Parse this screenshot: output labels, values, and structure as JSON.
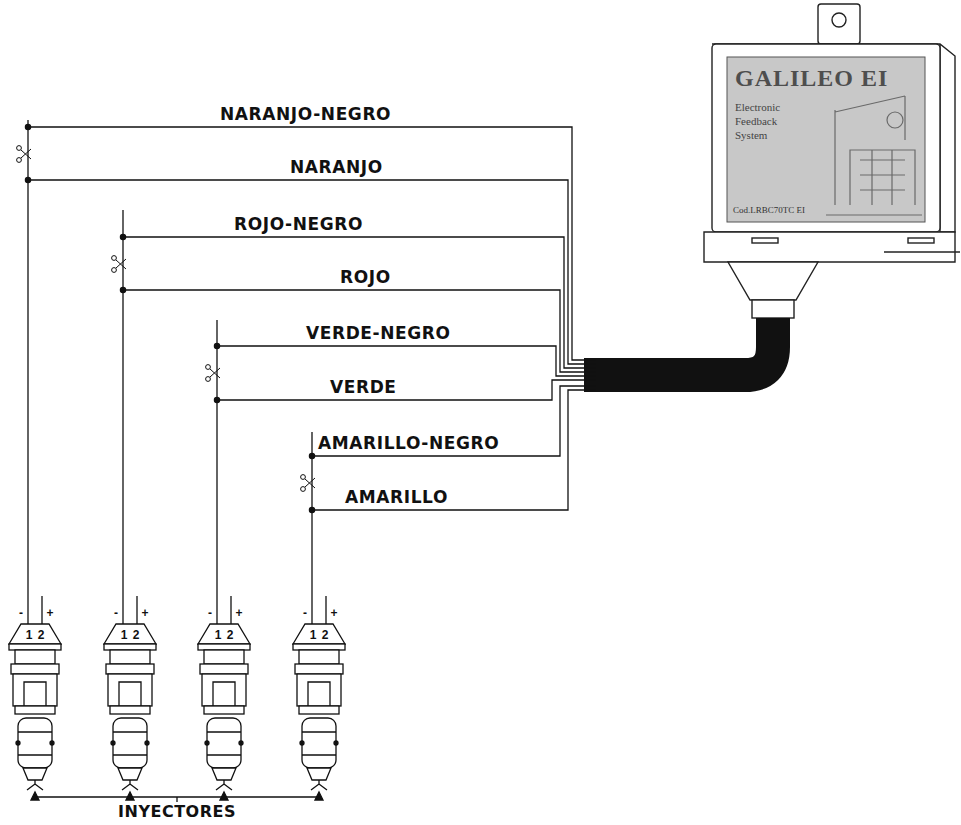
{
  "diagram": {
    "nodes": [
      {
        "text": [
          "GALILEO EI",
          "Electronic Feedback System",
          "Cod.LRBC70TC EI"
        ]
      }
    ],
    "labels": [
      "NARANJO-NEGRO",
      "NARANJO",
      "ROJO-NEGRO",
      "ROJO",
      "VERDE-NEGRO",
      "VERDE",
      "AMARILLO-NEGRO",
      "AMARILLO",
      "-",
      "+",
      "1",
      "2",
      "-",
      "+",
      "1",
      "2",
      "-",
      "+",
      "1",
      "2",
      "-",
      "+",
      "1",
      "2",
      "INYECTORES"
    ]
  }
}
